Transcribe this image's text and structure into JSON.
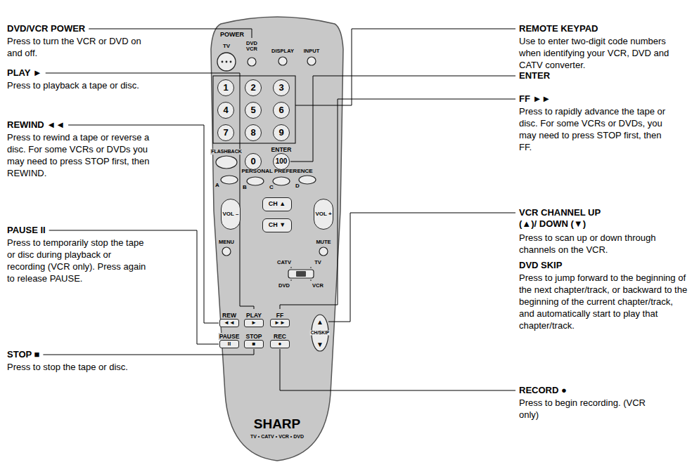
{
  "diagram": {
    "nodes": [
      {
        "text": [
          "1"
        ]
      },
      {
        "text": [
          "2"
        ]
      },
      {
        "text": [
          "3"
        ]
      },
      {
        "text": [
          "4"
        ]
      },
      {
        "text": [
          "5"
        ]
      },
      {
        "text": [
          "6"
        ]
      },
      {
        "text": [
          "7"
        ]
      },
      {
        "text": [
          "8"
        ]
      },
      {
        "text": [
          "9"
        ]
      },
      {
        "text": [
          "0"
        ]
      },
      {
        "text": [
          "ENTER",
          "100"
        ]
      },
      {
        "text": [
          "VOL –"
        ]
      },
      {
        "text": [
          "CH ▲"
        ]
      },
      {
        "text": [
          "CH ▼"
        ]
      },
      {
        "text": [
          "VOL +"
        ]
      },
      {
        "text": [
          "REW",
          "◄◄"
        ]
      },
      {
        "text": [
          "PLAY",
          "►"
        ]
      },
      {
        "text": [
          "FF",
          "►►"
        ]
      },
      {
        "text": [
          "PAUSE",
          "II"
        ]
      },
      {
        "text": [
          "STOP",
          "■"
        ]
      },
      {
        "text": [
          "REC",
          "●"
        ]
      }
    ],
    "labels": [
      "DVD/VCR POWER",
      "Press to turn the VCR or DVD on and off.",
      "PLAY ►",
      "Press to playback a tape or disc.",
      "REWIND ◄◄",
      "Press to rewind a tape or reverse a disc. For some VCRs or DVDs you may need to press STOP first, then REWIND.",
      "PAUSE II",
      "Press to temporarily stop the tape or disc during playback or recording (VCR only). Press again to release PAUSE.",
      "STOP ■",
      "Press to stop the tape or disc.",
      "REMOTE KEYPAD",
      "Use to enter two-digit code numbers when identifying your VCR, DVD and CATV converter.",
      "ENTER",
      "FF ►►",
      "Press to rapidly advance the tape or disc. For some VCRs or DVDs, you may need to press STOP first, then FF.",
      "VCR CHANNEL UP (▲)/ DOWN (▼)",
      "Press to scan up or down through channels on the VCR.",
      "DVD SKIP",
      "Press to jump forward to the beginning of the next chapter/track, or backward to the beginning of the current chapter/track, and automatically start to play that chapter/track.",
      "RECORD ●",
      "Press to begin recording. (VCR only)",
      "POWER",
      "TV",
      "DVD VCR",
      "DISPLAY",
      "INPUT",
      "FLASHBACK",
      "PERSONAL PREFERENCE",
      "A",
      "B",
      "C",
      "D",
      "MENU",
      "MUTE",
      "CATV",
      "TV",
      "DVD",
      "VCR",
      "CH/SKIP",
      "SHARP",
      "TV • CATV • VCR • DVD",
      "▲",
      "▼"
    ]
  }
}
